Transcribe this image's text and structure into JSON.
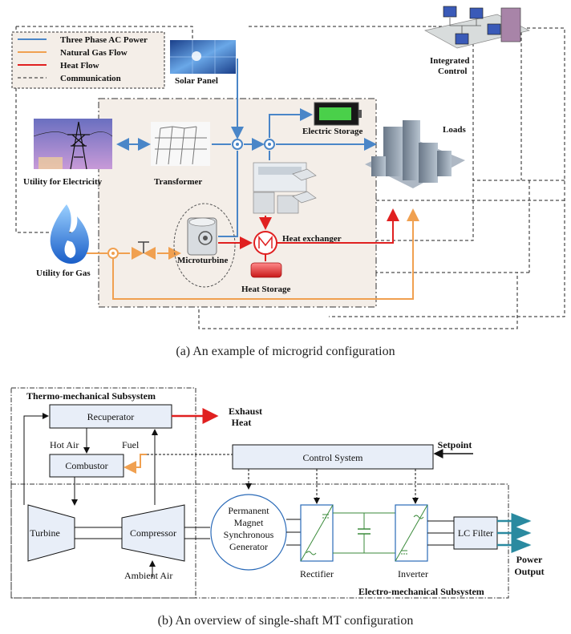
{
  "figure_a": {
    "caption": "(a) An example of microgrid configuration",
    "legend": [
      {
        "label": "Three Phase AC Power",
        "color": "#4a86c8",
        "style": "solid"
      },
      {
        "label": "Natural Gas Flow",
        "color": "#f0a050",
        "style": "solid"
      },
      {
        "label": "Heat Flow",
        "color": "#e02020",
        "style": "solid"
      },
      {
        "label": "Communication",
        "color": "#222222",
        "style": "dashed"
      }
    ],
    "labels": {
      "solar_panel": "Solar Panel",
      "integrated_control_1": "Integrated",
      "integrated_control_2": "Control",
      "electric_storage": "Electric Storage",
      "loads": "Loads",
      "utility_electricity": "Utility for Electricity",
      "transformer": "Transformer",
      "utility_gas": "Utility for Gas",
      "microturbine": "Microturbine",
      "heat_exchanger": "Heat exchanger",
      "heat_storage": "Heat Storage"
    }
  },
  "figure_b": {
    "caption": "(b) An overview of single-shaft MT configuration",
    "labels": {
      "thermo_subsystem": "Thermo-mechanical Subsystem",
      "recuperator": "Recuperator",
      "exhaust_1": "Exhaust",
      "exhaust_2": "Heat",
      "hot_air": "Hot Air",
      "fuel": "Fuel",
      "combustor": "Combustor",
      "control_system": "Control System",
      "setpoint": "Setpoint",
      "turbine": "Turbine",
      "compressor": "Compressor",
      "ambient_air": "Ambient Air",
      "pmsg_1": "Permanent",
      "pmsg_2": "Magnet",
      "pmsg_3": "Synchronous",
      "pmsg_4": "Generator",
      "rectifier": "Rectifier",
      "inverter": "Inverter",
      "lc_filter": "LC Filter",
      "power_output_1": "Power",
      "power_output_2": "Output",
      "electro_subsystem": "Electro-mechanical Subsystem"
    }
  },
  "colors": {
    "ac_power": "#4a86c8",
    "gas": "#f0a050",
    "heat": "#e02020",
    "box_fill": "#e8eef8",
    "converter_green": "#3a8a3a"
  }
}
